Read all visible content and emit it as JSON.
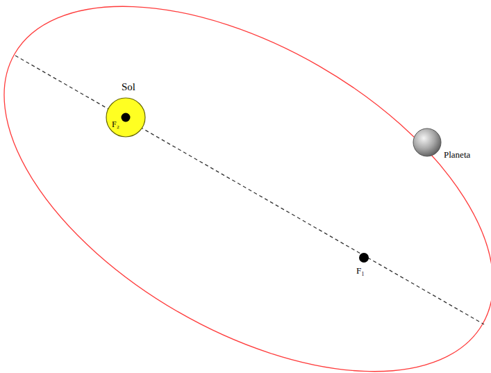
{
  "diagram": {
    "nodes": [
      {
        "text": [
          "Sol",
          "F₂"
        ]
      },
      {
        "text": [
          "Planeta"
        ]
      }
    ],
    "labels": [
      "F₁"
    ]
  }
}
